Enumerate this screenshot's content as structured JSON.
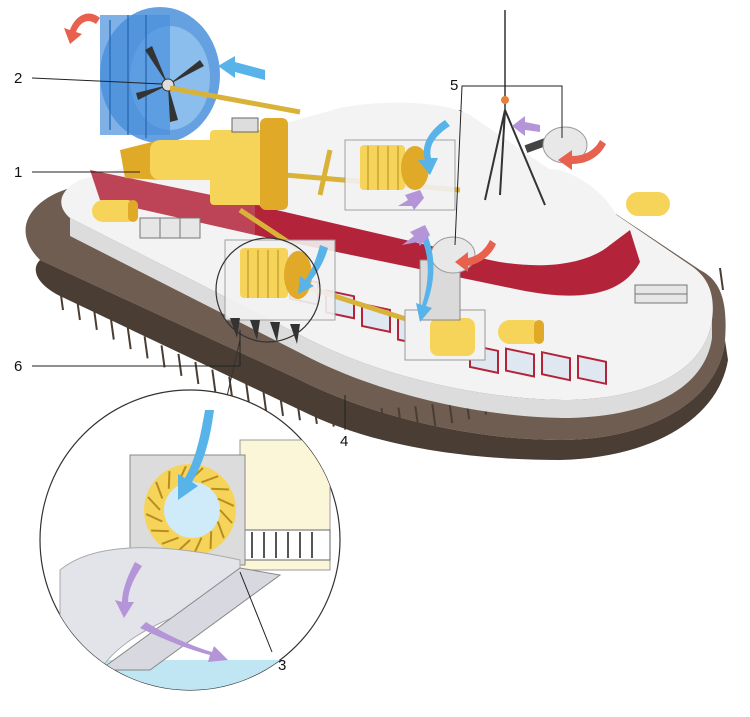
{
  "callouts": [
    {
      "id": "1",
      "text": "1"
    },
    {
      "id": "2",
      "text": "2"
    },
    {
      "id": "3",
      "text": "3"
    },
    {
      "id": "4",
      "text": "4"
    },
    {
      "id": "5",
      "text": "5"
    },
    {
      "id": "6",
      "text": "6"
    }
  ],
  "colors": {
    "skirt": "#6e5d50",
    "skirt_dark": "#4a3d33",
    "hull": "#f3f3f3",
    "hull_shadow": "#dcdcdc",
    "cabin_trim": "#b3243b",
    "window": "#dfe7f1",
    "engine": "#f6d45a",
    "engine_dark": "#e1a928",
    "propeller": "#5c9ee0",
    "duct": "#4a90dc",
    "air_flow": "#58b3e9",
    "exhaust_flow": "#e8604e",
    "cushion_flow": "#b495d8",
    "water": "#bfe6f2"
  }
}
